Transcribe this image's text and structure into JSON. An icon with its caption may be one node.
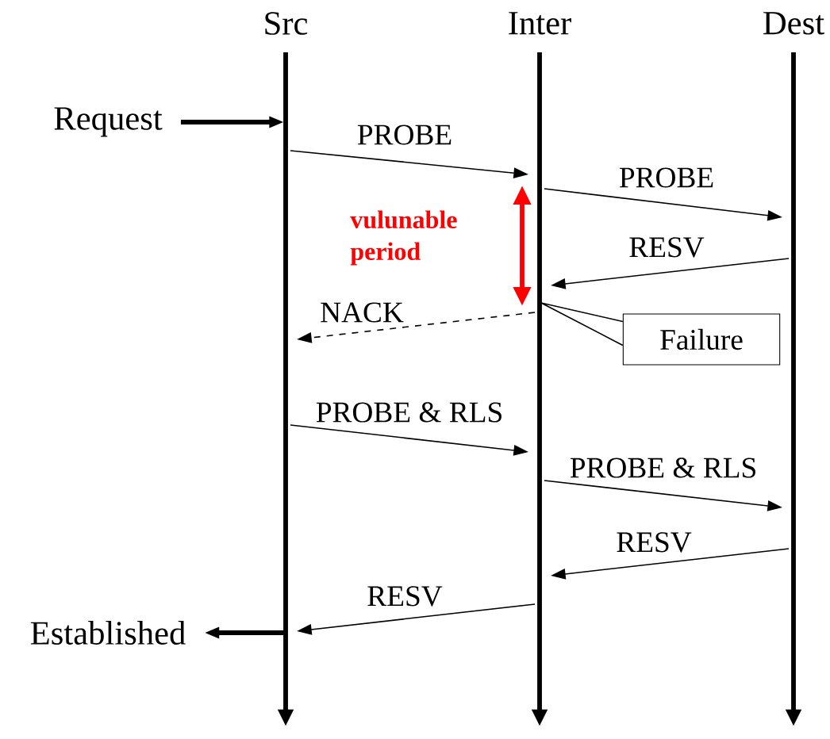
{
  "diagram": {
    "nodes": [
      {
        "text": [
          "Src"
        ]
      },
      {
        "text": [
          "Inter"
        ]
      },
      {
        "text": [
          "Dest"
        ]
      },
      {
        "text": [
          "Request"
        ]
      },
      {
        "text": [
          "Established"
        ]
      },
      {
        "text": [
          "Failure"
        ]
      }
    ],
    "edges": [
      {
        "from": 0,
        "to": 1,
        "arrow": "to",
        "label": "PROBE"
      },
      {
        "from": 1,
        "to": 2,
        "arrow": "to",
        "label": "PROBE"
      },
      {
        "from": 2,
        "to": 1,
        "arrow": "to",
        "label": "RESV"
      },
      {
        "from": 1,
        "to": 0,
        "arrow": "to",
        "label": "NACK",
        "style": "dashed"
      },
      {
        "from": 0,
        "to": 1,
        "arrow": "to",
        "label": "PROBE & RLS"
      },
      {
        "from": 1,
        "to": 2,
        "arrow": "to",
        "label": "PROBE & RLS"
      },
      {
        "from": 2,
        "to": 1,
        "arrow": "to",
        "label": "RESV"
      },
      {
        "from": 1,
        "to": 0,
        "arrow": "to",
        "label": "RESV"
      },
      {
        "from": 3,
        "to": 0,
        "arrow": "to",
        "style": "thick"
      },
      {
        "from": 0,
        "to": 4,
        "arrow": "to",
        "style": "thick"
      },
      {
        "from": 5,
        "to": 1,
        "arrow": "none"
      }
    ],
    "labels": [
      "vulunable period"
    ]
  }
}
